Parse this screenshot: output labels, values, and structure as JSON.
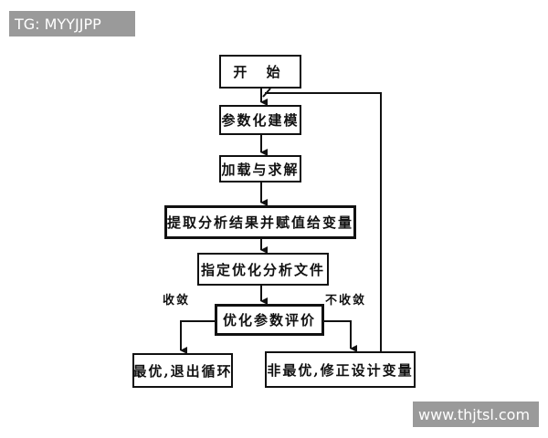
{
  "watermarks": {
    "top_left": "TG: MYYJJPP",
    "bottom_right": "www.thjtsl.com"
  },
  "flowchart": {
    "start": "开  始",
    "param_model": "参数化建模",
    "load_solve": "加载与求解",
    "extract": "提取分析结果并赋值给变量",
    "specify_file": "指定优化分析文件",
    "evaluate": "优化参数评价",
    "optimal_exit": "最优,退出循环",
    "not_optimal": "非最优,修正设计变量",
    "converged_label": "收敛",
    "not_converged_label": "不收敛"
  }
}
